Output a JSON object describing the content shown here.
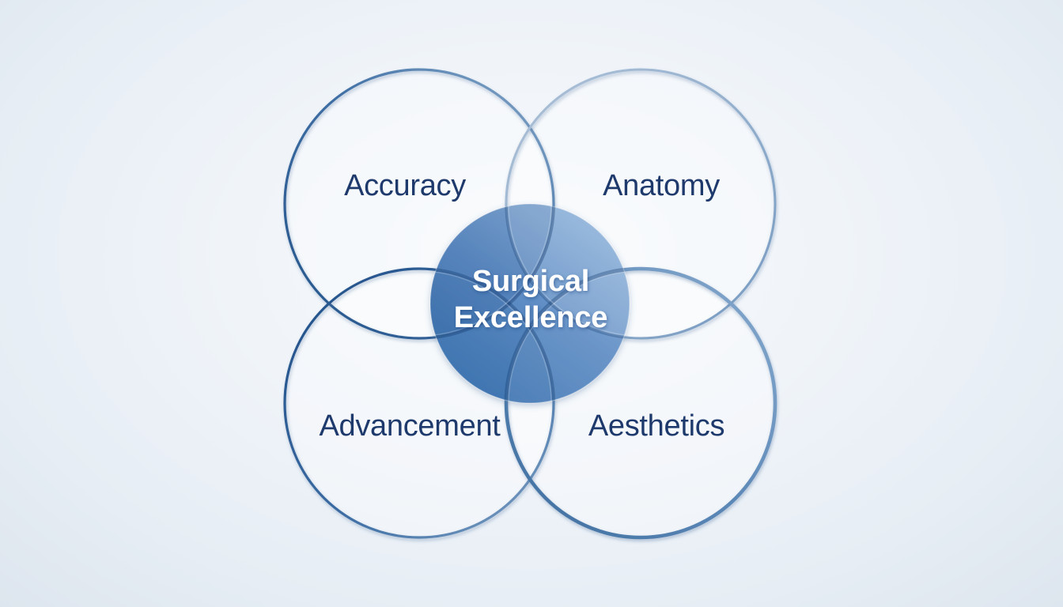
{
  "diagram": {
    "type": "venn-4-circle",
    "center_label": {
      "line1": "Surgical",
      "line2": "Excellence"
    },
    "circles": [
      {
        "label": "Accuracy",
        "position": "top-left"
      },
      {
        "label": "Anatomy",
        "position": "top-right"
      },
      {
        "label": "Advancement",
        "position": "bottom-left"
      },
      {
        "label": "Aesthetics",
        "position": "bottom-right"
      }
    ],
    "colors": {
      "label_text": "#1e3a6d",
      "center_text": "#ffffff",
      "center_circle_light": "#93b7dc",
      "center_circle_dark": "#3d75b2",
      "ring_dark": "#27578e",
      "ring_light": "#a8bdd4",
      "background": "#edf2f7"
    }
  }
}
